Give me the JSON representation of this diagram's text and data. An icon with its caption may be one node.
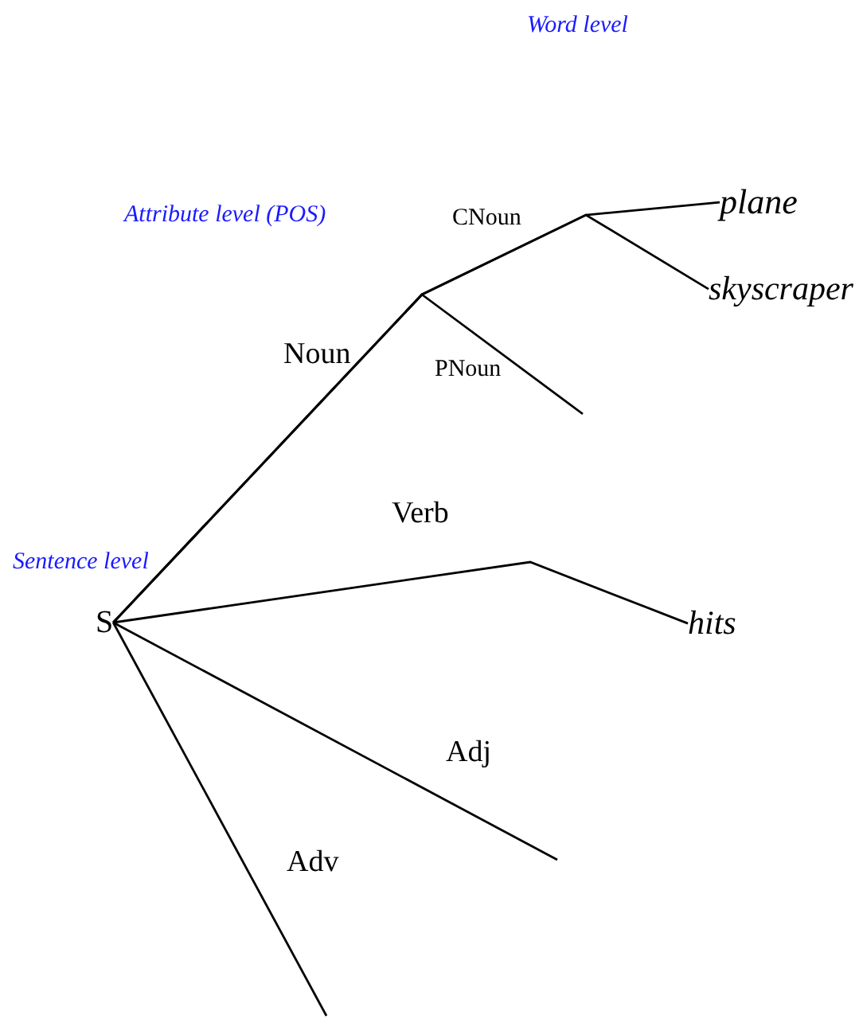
{
  "diagram": {
    "nodes": [
      {
        "text": [
          "S"
        ]
      },
      {
        "text": [
          "plane"
        ]
      },
      {
        "text": [
          "skyscraper"
        ]
      },
      {
        "text": [
          "hits"
        ]
      }
    ],
    "edges": [
      {
        "from": 0,
        "to": 1,
        "arrow": "none"
      },
      {
        "from": 0,
        "to": 2,
        "arrow": "none"
      },
      {
        "from": 0,
        "to": null,
        "arrow": "none",
        "label": "PNoun"
      },
      {
        "from": 0,
        "to": 3,
        "arrow": "none",
        "label": "Verb"
      },
      {
        "from": 0,
        "to": null,
        "arrow": "none",
        "label": "Adj"
      },
      {
        "from": 0,
        "to": null,
        "arrow": "none",
        "label": "Adv"
      }
    ],
    "labels": [
      "Word level",
      "Attribute level (POS)",
      "CNoun",
      "Noun",
      "Sentence level"
    ]
  }
}
